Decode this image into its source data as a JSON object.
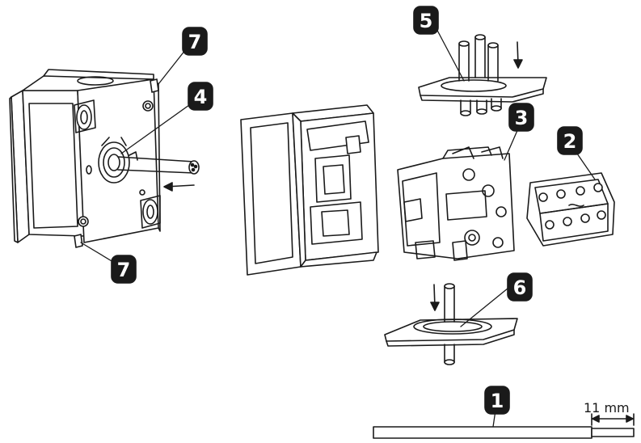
{
  "colors": {
    "line": "#1a1a1a",
    "fill": "#ffffff",
    "callout_bg": "#1a1a1a",
    "callout_text": "#ffffff"
  },
  "callouts": [
    {
      "label": "1"
    },
    {
      "label": "2"
    },
    {
      "label": "3"
    },
    {
      "label": "4"
    },
    {
      "label": "5"
    },
    {
      "label": "6"
    },
    {
      "label": "7"
    },
    {
      "label": "7"
    }
  ],
  "dimension": {
    "label": "11 mm"
  },
  "icons": [
    "arrow-down-icon",
    "arrow-left-icon",
    "dimension-arrow-icon"
  ]
}
